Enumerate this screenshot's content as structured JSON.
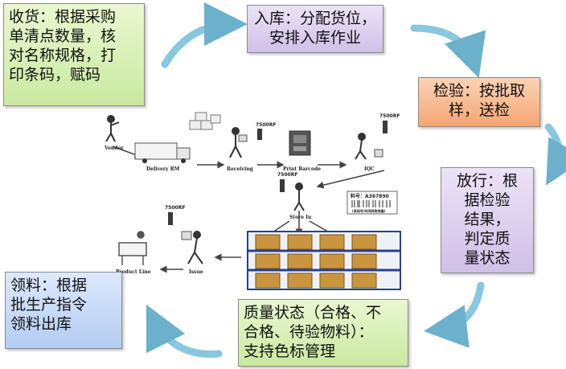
{
  "boxes": {
    "receive": [
      "收货：根据采购",
      "单清点数量，核",
      "对名称规格，打",
      "印条码，赋码"
    ],
    "stockin": [
      "入库：分配货位，",
      "安排入库作业"
    ],
    "inspect": [
      "检验：按批取",
      "样，送检"
    ],
    "release": [
      "放行：根",
      "据检验",
      "结果，",
      "判定质",
      "量状态"
    ],
    "status": [
      "质量状态（合格、不",
      "合格、待验物料）：",
      "支持色标管理"
    ],
    "pick": [
      "领料：根据",
      "批生产指令",
      "领料出库"
    ]
  },
  "diagram": {
    "labels": {
      "vendor": "Vendor",
      "delivery": "Delivery RM",
      "receiving": "Receiving",
      "print": "Print Barcode",
      "iqc": "IQC",
      "storein": "Store In",
      "issue": "Issue",
      "productline": "Product Line"
    },
    "scanner_label": "7500RF",
    "barcode_label": "料号：A367890",
    "barcode_sub": "(条码号:时间码物资编)"
  }
}
